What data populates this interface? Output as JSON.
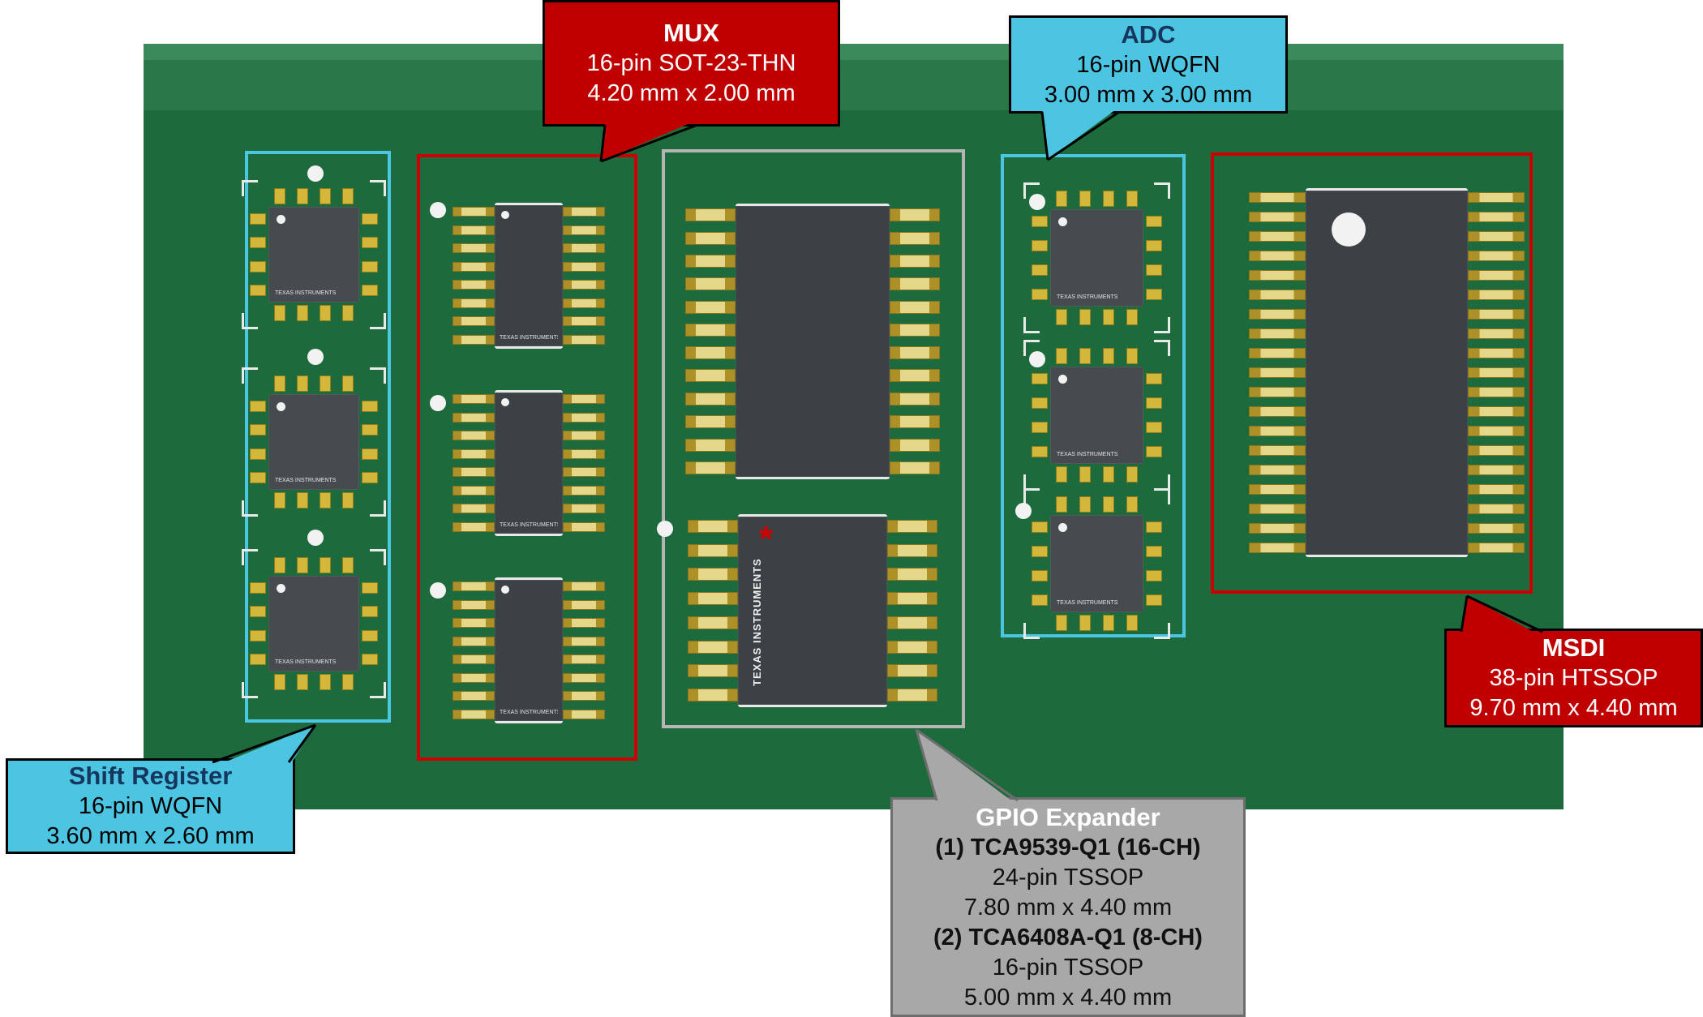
{
  "figure": {
    "type": "annotated-pcb-package-diagram"
  },
  "ti_logo_text": "TEXAS INSTRUMENTS",
  "callouts": {
    "mux": {
      "title": "MUX",
      "package": "16-pin SOT-23-THN",
      "size": "4.20 mm x 2.00 mm"
    },
    "adc": {
      "title": "ADC",
      "package": "16-pin WQFN",
      "size": "3.00 mm x 3.00 mm"
    },
    "shift_register": {
      "title": "Shift Register",
      "package": "16-pin WQFN",
      "size": "3.60 mm x 2.60 mm"
    },
    "msdi": {
      "title": "MSDI",
      "package": "38-pin HTSSOP",
      "size": "9.70 mm x 4.40 mm"
    },
    "gpio": {
      "title": "GPIO Expander",
      "part1": "(1) TCA9539-Q1  (16-CH)",
      "part1_package": "24-pin TSSOP",
      "part1_size": "7.80 mm x 4.40 mm",
      "part2": "(2) TCA6408A-Q1  (8-CH)",
      "part2_package": "16-pin TSSOP",
      "part2_size": "5.00 mm x 4.40 mm"
    }
  },
  "colors": {
    "pcb_green": "#1d6a3c",
    "pcb_green_light": "#2a7749",
    "callout_red": "#c00000",
    "callout_cyan": "#4cc5e3",
    "callout_gray": "#a8a8a8",
    "pad_gold": "#d2b73a",
    "chip_body": "#3c4145"
  }
}
